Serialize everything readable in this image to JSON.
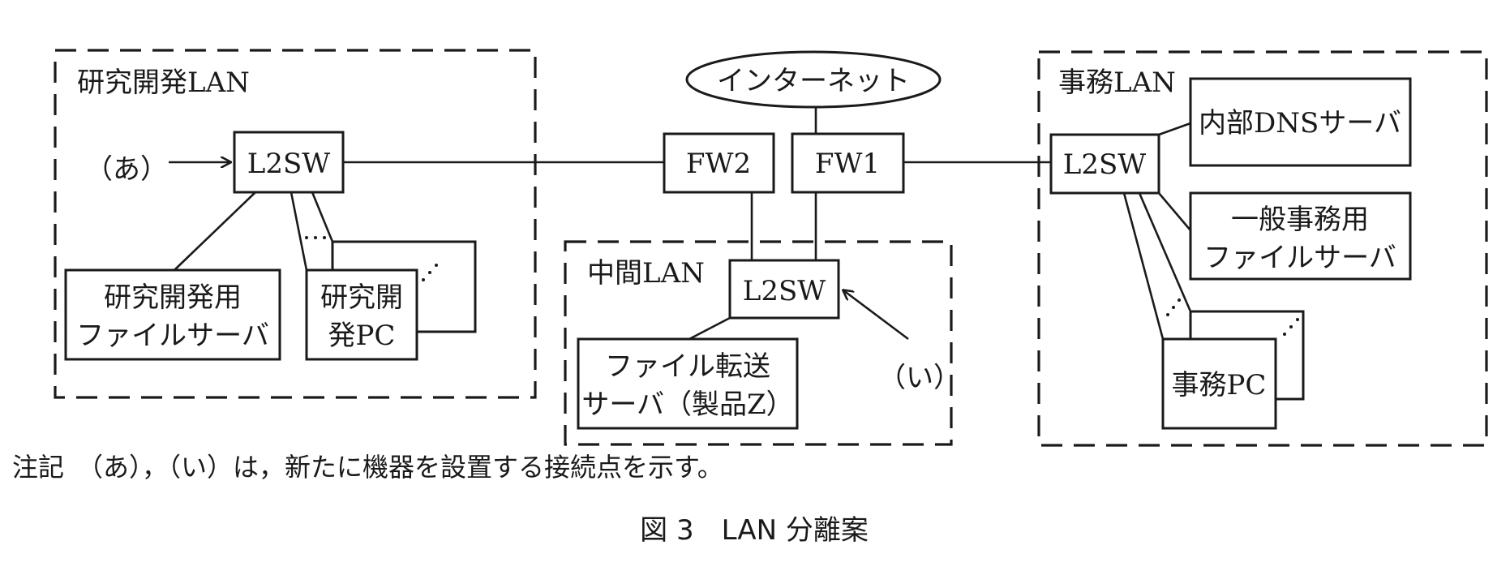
{
  "diagram": {
    "title": "図 3　LAN 分離案",
    "note": "注記　（あ），（い）は，新たに機器を設置する接続点を示す。",
    "internet": "インターネット",
    "fw1": "FW1",
    "fw2": "FW2",
    "rd_lan": {
      "label": "研究開発LAN",
      "l2sw": "L2SW",
      "marker": "（あ）",
      "file_server": [
        "研究開発用",
        "ファイルサーバ"
      ],
      "pc": [
        "研究開",
        "発PC"
      ]
    },
    "mid_lan": {
      "label": "中間LAN",
      "l2sw": "L2SW",
      "marker": "（い）",
      "transfer_server": [
        "ファイル転送",
        "サーバ（製品Z）"
      ]
    },
    "office_lan": {
      "label": "事務LAN",
      "l2sw": "L2SW",
      "dns_server": "内部DNSサーバ",
      "file_server": [
        "一般事務用",
        "ファイルサーバ"
      ],
      "pc": "事務PC"
    }
  }
}
